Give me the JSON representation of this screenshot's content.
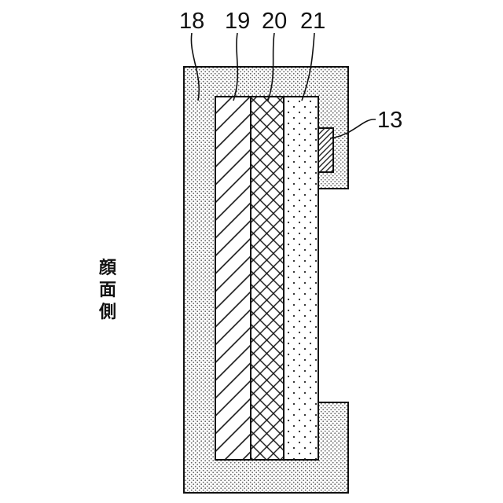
{
  "labels": {
    "housing": "18",
    "layer_a": "19",
    "layer_b": "20",
    "layer_c": "21",
    "part": "13"
  },
  "side_label": [
    "顔",
    "面",
    "側"
  ]
}
